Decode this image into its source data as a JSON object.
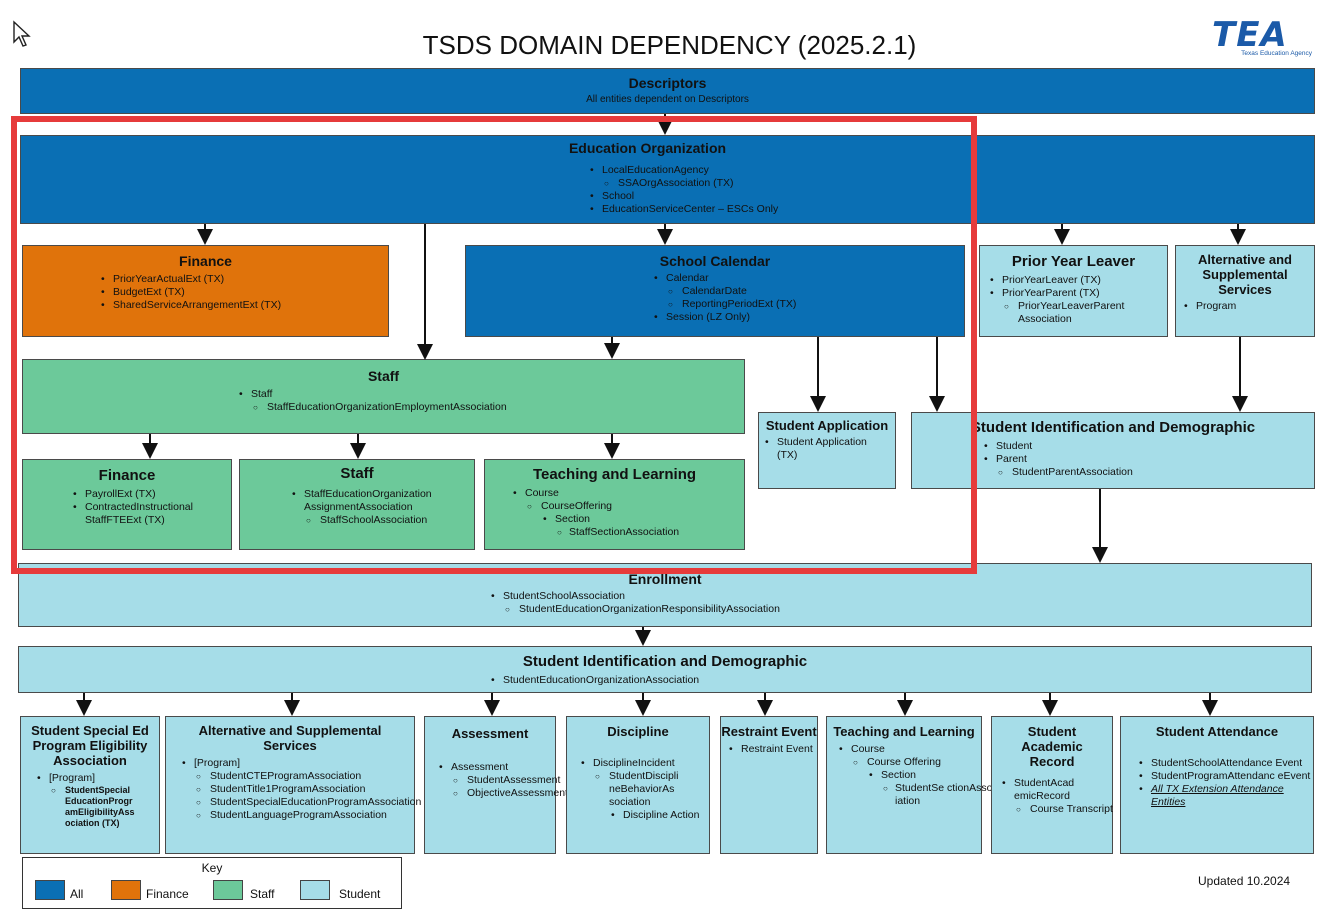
{
  "title": "TSDS DOMAIN DEPENDENCY (2025.2.1)",
  "logo": {
    "text": "TEA",
    "subtext": "Texas Education Agency"
  },
  "colors": {
    "all": "#0a6fb4",
    "finance": "#e0730b",
    "staff": "#6cc99a",
    "student": "#a6dde8",
    "highlight": "#e63b3b"
  },
  "descriptors": {
    "title": "Descriptors",
    "subtitle": "All entities dependent on Descriptors"
  },
  "edorg": {
    "title": "Education Organization",
    "items": [
      "LocalEducationAgency",
      "SSAOrgAssociation (TX)",
      "School",
      "EducationServiceCenter – ESCs Only"
    ]
  },
  "finance_top": {
    "title": "Finance",
    "items": [
      "PriorYearActualExt (TX)",
      "BudgetExt (TX)",
      "SharedServiceArrangementExt (TX)"
    ]
  },
  "calendar": {
    "title": "School Calendar",
    "items": [
      "Calendar",
      "CalendarDate",
      "ReportingPeriodExt (TX)",
      "Session (LZ Only)"
    ]
  },
  "prior_year": {
    "title": "Prior Year Leaver",
    "items": [
      "PriorYearLeaver (TX)",
      "PriorYearParent (TX)",
      "PriorYearLeaverParent Association"
    ]
  },
  "alt_top": {
    "title": "Alternative and Supplemental Services",
    "items": [
      "Program"
    ]
  },
  "staff": {
    "title": "Staff",
    "items": [
      "Staff",
      "StaffEducationOrganizationEmploymentAssociation"
    ]
  },
  "student_app": {
    "title": "Student Application",
    "items": [
      "Student Application (TX)"
    ]
  },
  "stu_id_top": {
    "title": "Student Identification and Demographic",
    "items": [
      "Student",
      "Parent",
      "StudentParentAssociation"
    ]
  },
  "finance_sub": {
    "title": "Finance",
    "items": [
      "PayrollExt (TX)",
      "ContractedInstructional StaffFTEExt (TX)"
    ]
  },
  "staff_sub": {
    "title": "Staff",
    "items": [
      "StaffEducationOrganization AssignmentAssociation",
      "StaffSchoolAssociation"
    ]
  },
  "tl_sub": {
    "title": "Teaching and Learning",
    "items": [
      "Course",
      "CourseOffering",
      "Section",
      "StaffSectionAssociation"
    ]
  },
  "enrollment": {
    "title": "Enrollment",
    "items": [
      "StudentSchoolAssociation",
      "StudentEducationOrganizationResponsibilityAssociation"
    ]
  },
  "stu_id_mid": {
    "title": "Student Identification and Demographic",
    "items": [
      "StudentEducationOrganizationAssociation"
    ]
  },
  "sped": {
    "title": "Student Special Ed Program Eligibility Association",
    "items": [
      "[Program]",
      "StudentSpecial EducationProgr amEligibilityAss ociation (TX)"
    ]
  },
  "alt_bottom": {
    "title": "Alternative and Supplemental Services",
    "items": [
      "[Program]",
      "StudentCTEProgramAssociation",
      "StudentTitle1ProgramAssociation",
      "StudentSpecialEducationProgramAssociation",
      "StudentLanguageProgramAssociation"
    ]
  },
  "assessment": {
    "title": "Assessment",
    "items": [
      "Assessment",
      "StudentAssessment",
      "ObjectiveAssessment"
    ]
  },
  "discipline": {
    "title": "Discipline",
    "items": [
      "DisciplineIncident",
      "StudentDiscipli neBehaviorAs sociation",
      "Discipline Action"
    ]
  },
  "restraint": {
    "title": "Restraint Event",
    "items": [
      "Restraint Event"
    ]
  },
  "tl_bottom": {
    "title": "Teaching and Learning",
    "items": [
      "Course",
      "Course Offering",
      "Section",
      "StudentSe ctionAssoc iation"
    ]
  },
  "academic": {
    "title": "Student Academic Record",
    "items": [
      "StudentAcad emicRecord",
      "Course Transcript"
    ]
  },
  "attendance": {
    "title": "Student Attendance",
    "items": [
      "StudentSchoolAttendance Event",
      "StudentProgramAttendanc eEvent",
      "All TX Extension Attendance Entities"
    ]
  },
  "key": {
    "title": "Key",
    "all": "All",
    "finance": "Finance",
    "staff": "Staff",
    "student": "Student"
  },
  "updated": "Updated 10.2024"
}
